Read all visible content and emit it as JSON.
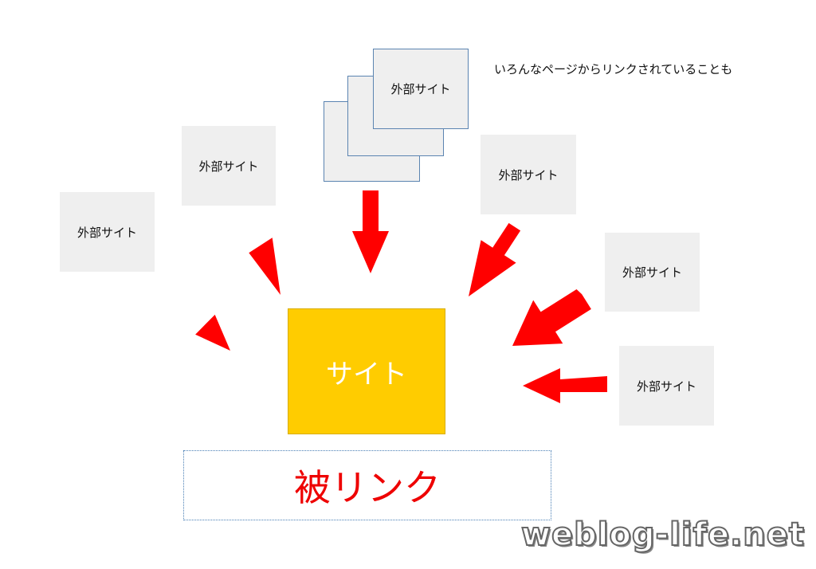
{
  "external_sites": {
    "label": "外部サイト"
  },
  "center": {
    "label": "サイト",
    "color": "#ffcc00"
  },
  "note": {
    "text": "いろんなページからリンクされていることも"
  },
  "caption": {
    "text": "被リンク"
  },
  "watermark": {
    "text": "weblog-life.net"
  },
  "colors": {
    "arrow": "#ff0000",
    "box": "#efefef",
    "stack_border": "#5b84b1"
  }
}
